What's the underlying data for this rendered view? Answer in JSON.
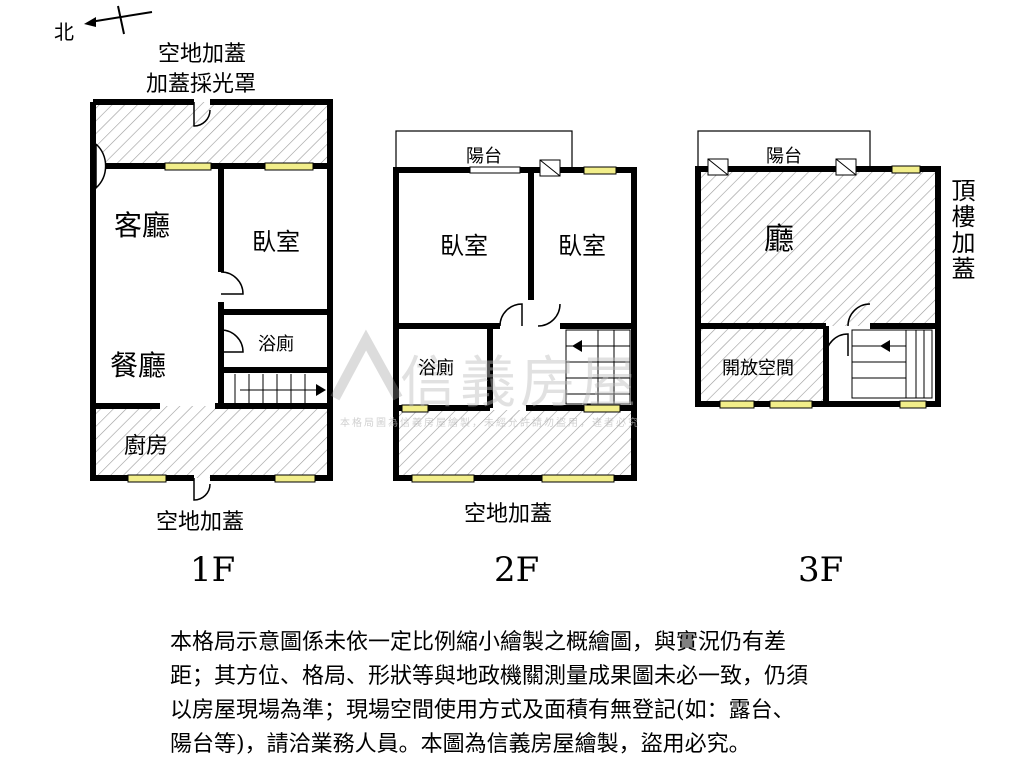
{
  "compass": {
    "label": "北"
  },
  "floor1": {
    "top_label": "空地加蓋",
    "top_label2": "加蓋採光罩",
    "living": "客廳",
    "bedroom": "臥室",
    "bath": "浴廁",
    "dining": "餐廳",
    "kitchen": "廚房",
    "bottom_label": "空地加蓋",
    "floor": "1F"
  },
  "floor2": {
    "balcony": "陽台",
    "bedroom_a": "臥室",
    "bedroom_b": "臥室",
    "bath": "浴廁",
    "bottom_label": "空地加蓋",
    "floor": "2F"
  },
  "floor3": {
    "balcony": "陽台",
    "hall": "廳",
    "roof_addition": "頂樓加蓋",
    "open_space": "開放空間",
    "floor": "3F"
  },
  "watermark": {
    "brand": "信義房屋",
    "notice": "本格局圖為信義房屋繪製，未經允許請勿盜用，違者必究"
  },
  "disclaimer": {
    "lines": [
      "本格局示意圖係未依一定比例縮小繪製之概繪圖，與實況仍有差",
      "距；其方位、格局、形狀等與地政機關測量成果圖未必一致，仍須",
      "以房屋現場為準；現場空間使用方式及面積有無登記(如：露台、",
      "陽台等)，請洽業務人員。本圖為信義房屋繪製，盜用必究。"
    ]
  },
  "colors": {
    "wall": "#000000",
    "window": "#f2ee8a",
    "hatch": "#9a9a9a"
  }
}
